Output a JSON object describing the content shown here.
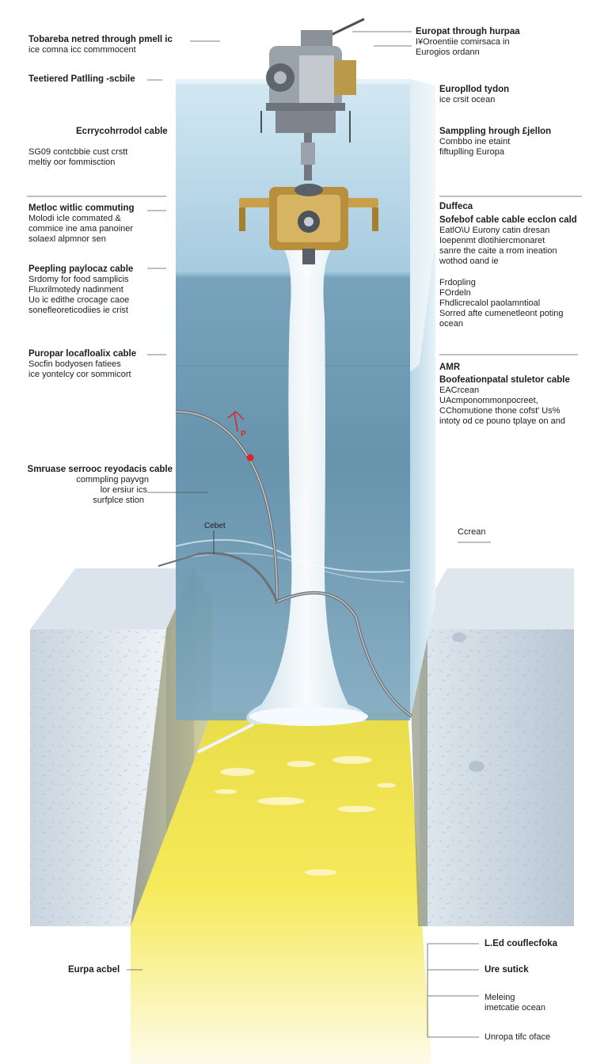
{
  "labels_left": [
    {
      "id": "l1",
      "title": "Tobareba netred through pmell ic",
      "lines": [
        "ice comna icc commmocent"
      ]
    },
    {
      "id": "l2",
      "title": "Teetiered Patlling -scbile",
      "lines": []
    },
    {
      "id": "l3",
      "title": "Ecrrycohrrodol cable",
      "lines": []
    },
    {
      "id": "l4",
      "title": "",
      "lines": [
        "SG09 contcbbie cust crstt",
        "meltiy oor fommisction"
      ]
    },
    {
      "id": "l5",
      "title": "Metloc witlic commuting",
      "lines": [
        "Molodi icle commated &",
        "commice ine ama panoiner",
        "solaexl alpmnor sen"
      ]
    },
    {
      "id": "l6",
      "title": "Peepling paylocaz cable",
      "lines": [
        "Srdomy for food samplicis",
        "Fluxrilmotedy nadinment",
        "Uo ic edithe crocage caoe",
        "sonefleoreticodiies ie crist"
      ]
    },
    {
      "id": "l7",
      "title": "Puropar locafloalix cable",
      "lines": [
        "Socfin bodyosen fatiees",
        "ice yontelcy cor sommicort"
      ]
    },
    {
      "id": "l8",
      "title": "Smruase serrooc reyodacis cable",
      "lines": [
        "commpling payvgn",
        "lor ersiur ics",
        "surfplce stion"
      ]
    },
    {
      "id": "l9",
      "title": "Eurpa acbel",
      "lines": []
    }
  ],
  "labels_right": [
    {
      "id": "r1",
      "title": "Europat through hurpaa",
      "lines": [
        "I¥Oroentiie comirsaca in",
        "Eurogios ordann"
      ]
    },
    {
      "id": "r2",
      "title": "Europllod tydon",
      "lines": [
        "ice crsit ocean"
      ]
    },
    {
      "id": "r3",
      "title": "Samppling hrough £jellon",
      "lines": [
        "Combbo ine etaint",
        "fiftuplling Europa"
      ]
    },
    {
      "id": "r4",
      "title": "Duffeca",
      "lines": []
    },
    {
      "id": "r5",
      "title": "Sofebof cable cable ecclon cald",
      "lines": [
        "EatlO\\U Eurony catin dresan",
        "Ioepenmt  dlotihiercmonaret",
        "sanre the caite a rrom ineation",
        "wothod oand ie"
      ]
    },
    {
      "id": "r6",
      "title": "",
      "lines": [
        "Frdopling",
        "FOrdeln",
        "Fhdlicrecalol paolamntioal",
        "Sorred afte cumenetleont poting",
        "ocean"
      ]
    },
    {
      "id": "r7",
      "title": "AMR",
      "lines": []
    },
    {
      "id": "r8",
      "title": "Boofeationpatal stuletor  cable",
      "lines": [
        "EACrcean",
        "UAcmponommonpocreet,",
        "CChomutione thone cofst'  Us%",
        "intoty od ce pouno tplaye on and"
      ]
    },
    {
      "id": "r9",
      "title": "",
      "lines": [
        "Ccrean"
      ]
    },
    {
      "id": "r10",
      "title": "L.Ed couflecfoka",
      "lines": []
    },
    {
      "id": "r11",
      "title": "Ure sutick",
      "lines": []
    },
    {
      "id": "r12",
      "title": "",
      "lines": [
        "Meleing",
        "imetcatie ocean"
      ]
    },
    {
      "id": "r13",
      "title": "",
      "lines": [
        "Unropa tifc oface"
      ]
    }
  ],
  "inline_labels": {
    "cable_tag": "Cebet",
    "marker_tag": "P"
  },
  "colors": {
    "ice_light": "#e6edf3",
    "ice_shadow": "#a9b7c6",
    "water_top": "#c8e4f2",
    "water_deep": "#5f91ad",
    "melt_yellow": "#f2e03a",
    "plume": "#e8f4fa",
    "brass": "#c8a04a",
    "marker_red": "#d8262b"
  }
}
